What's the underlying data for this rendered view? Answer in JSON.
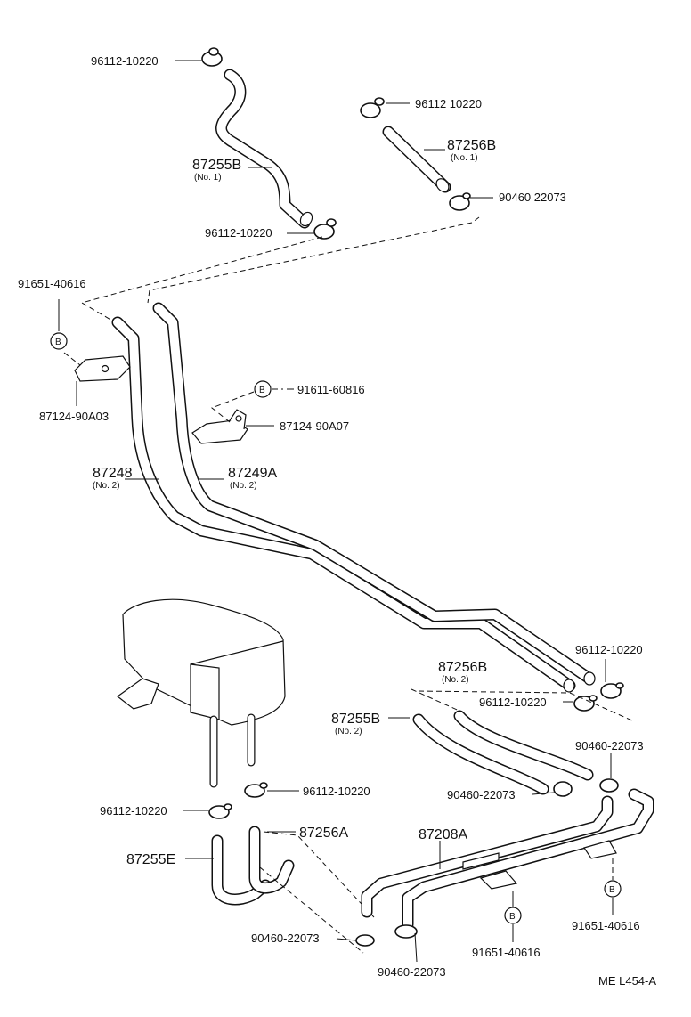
{
  "labels": {
    "clamp_top_left": "96112-10220",
    "clamp_top_right": "96112 10220",
    "hose_87256B": "87256B",
    "no1_a": "(No. 1)",
    "hose_87255B": "87255B",
    "no1_b": "(No. 1)",
    "clamp_90460_top": "90460 22073",
    "clamp_mid_left": "96112-10220",
    "bolt_91651_top": "91651-40616",
    "bolt_91611": "91611-60816",
    "bracket_87124_A03": "87124-90A03",
    "bracket_87124_A07": "87124-90A07",
    "pipe_87248": "87248",
    "no2_a": "(No. 2)",
    "pipe_87249A": "87249A",
    "no2_b": "(No. 2)",
    "clamp_right_1": "96112-10220",
    "hose_87256B_2": "87256B",
    "no2_c": "(No. 2)",
    "clamp_right_2": "96112-10220",
    "hose_87255B_2": "87255B",
    "no2_d": "(No. 2)",
    "clamp_90460_right": "90460-22073",
    "clamp_90460_mid": "90460-22073",
    "clamp_heater_1": "96112-10220",
    "clamp_heater_2": "96112-10220",
    "pipe_87208A": "87208A",
    "hose_87256A": "87256A",
    "hose_87255E": "87255E",
    "clamp_90460_bl": "90460-22073",
    "clamp_90460_bottom": "90460-22073",
    "bolt_91651_bottom": "91651-40616",
    "bolt_91651_right": "91651-40616",
    "ref_b": "B",
    "figure_code": "ME  L454-A"
  }
}
